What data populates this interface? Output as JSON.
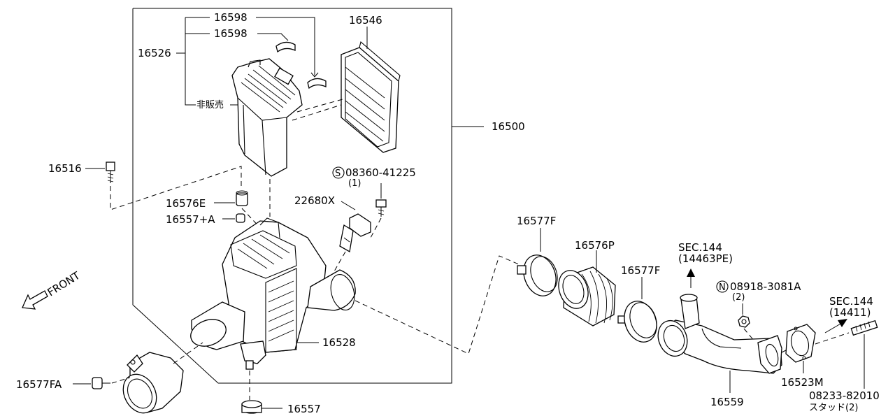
{
  "labels": {
    "p16598a": "16598",
    "p16598b": "16598",
    "p16546": "16546",
    "p16526": "16526",
    "not_for_sale": "非販売",
    "p16500": "16500",
    "p16516": "16516",
    "bolt_s": "08360-41225",
    "bolt_s_qty": "(1)",
    "p22680x": "22680X",
    "p16576e": "16576E",
    "p16557a": "16557+A",
    "front": "FRONT",
    "p16577f_1": "16577F",
    "p16576p": "16576P",
    "p16577f_2": "16577F",
    "sec144_a": "SEC.144",
    "sec144_a_ref": "(14463PE)",
    "nut_n": "08918-3081A",
    "nut_n_qty": "(2)",
    "sec144_b": "SEC.144",
    "sec144_b_ref": "(14411)",
    "p16528": "16528",
    "p16577fa": "16577FA",
    "p16557": "16557",
    "p16559": "16559",
    "p16523m": "16523M",
    "stud": "08233-82010",
    "stud_note": "スタッド(2)",
    "s_symbol": "S",
    "n_symbol": "N"
  }
}
